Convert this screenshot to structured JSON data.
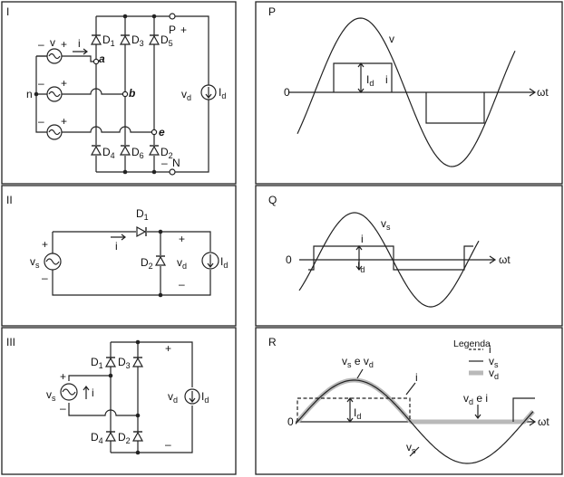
{
  "panels": {
    "I": "I",
    "II": "II",
    "III": "III",
    "P": "P",
    "Q": "Q",
    "R": "R"
  },
  "circuit1": {
    "diodes": {
      "d1": [
        "D",
        "1"
      ],
      "d3": [
        "D",
        "3"
      ],
      "d5": [
        "D",
        "5"
      ],
      "d4": [
        "D",
        "4"
      ],
      "d6": [
        "D",
        "6"
      ],
      "d2": [
        "D",
        "2"
      ]
    },
    "nodes": {
      "a": "a",
      "b": "b",
      "e": "e",
      "n": "n",
      "P": "P",
      "N": "N"
    },
    "v": "v",
    "i": "i",
    "vd": [
      "v",
      "d"
    ],
    "Id": [
      "I",
      "d"
    ],
    "plus": "+",
    "minus": "–"
  },
  "circuit2": {
    "D1": [
      "D",
      "1"
    ],
    "D2": [
      "D",
      "2"
    ],
    "i": "i",
    "vs": [
      "v",
      "s"
    ],
    "vd": [
      "v",
      "d"
    ],
    "Id": [
      "I",
      "d"
    ],
    "plus": "+",
    "minus": "–"
  },
  "circuit3": {
    "diodes": {
      "d1": [
        "D",
        "1"
      ],
      "d3": [
        "D",
        "3"
      ],
      "d4": [
        "D",
        "4"
      ],
      "d2": [
        "D",
        "2"
      ]
    },
    "i": "i",
    "vs": [
      "v",
      "s"
    ],
    "vd": [
      "v",
      "d"
    ],
    "Id": [
      "I",
      "d"
    ],
    "plus": "+",
    "minus": "–"
  },
  "graphP": {
    "zero": "0",
    "axis": "ωt",
    "v": "v",
    "Id": [
      "I",
      "d"
    ],
    "i": "i"
  },
  "graphQ": {
    "zero": "0",
    "axis": "ωt",
    "vs": [
      "v",
      "s"
    ],
    "i": "i",
    "Id": [
      "I",
      "d"
    ]
  },
  "graphR": {
    "zero": "0",
    "axis": "ωt",
    "vsvd": [
      "v",
      "s",
      " e v",
      "d"
    ],
    "i": "i",
    "Id": [
      "I",
      "d"
    ],
    "vdi": [
      "v",
      "d",
      " e i"
    ],
    "vs_bottom": [
      "v",
      "s"
    ],
    "legend_title": "Legenda",
    "legend": [
      {
        "text": [
          "i"
        ],
        "style": "dashed"
      },
      {
        "text": [
          "v",
          "s"
        ],
        "style": "solid"
      },
      {
        "text": [
          "v",
          "d"
        ],
        "style": "gray"
      }
    ]
  }
}
